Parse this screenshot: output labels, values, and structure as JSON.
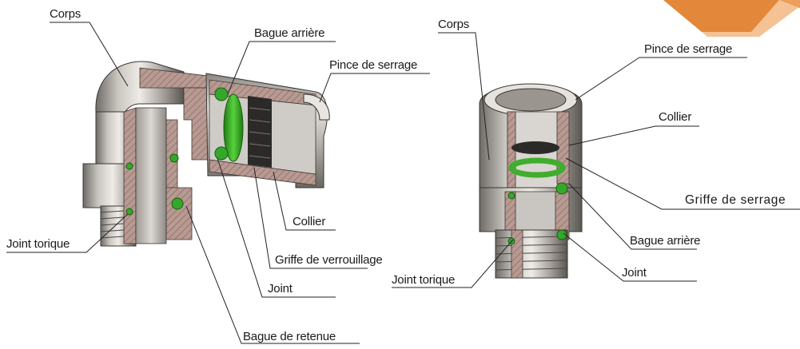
{
  "accent_color": "#e3873a",
  "seal_color": "#3fae2e",
  "left_fitting": {
    "labels": {
      "corps": "Corps",
      "bague_arriere": "Bague arrière",
      "pince_de_serrage": "Pince de serrage",
      "collier": "Collier",
      "griffe_de_verrouillage": "Griffe de verrouillage",
      "joint": "Joint",
      "bague_de_retenue": "Bague de retenue",
      "joint_torique": "Joint torique"
    }
  },
  "right_fitting": {
    "labels": {
      "corps": "Corps",
      "pince_de_serrage": "Pince de serrage",
      "collier": "Collier",
      "griffe_de_serrage": "Griffe de serrage",
      "bague_arriere": "Bague arrière",
      "joint": "Joint",
      "joint_torique": "Joint torique"
    }
  }
}
